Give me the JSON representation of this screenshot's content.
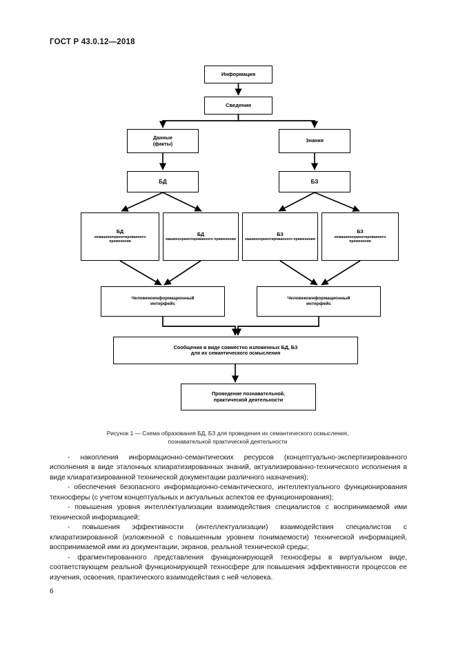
{
  "header": {
    "standard_id": "ГОСТ Р 43.0.12—2018"
  },
  "figure": {
    "nodes": {
      "information": "Информация",
      "data_record": "Сведения",
      "data_facts_line1": "Данные",
      "data_facts_line2": "(факты)",
      "knowledge": "Знания",
      "db": "БД",
      "kb": "БЗ",
      "db_nonmachine_title": "БД",
      "db_nonmachine_sub": "немашиноориентированного применения",
      "db_machine_title": "БД",
      "db_machine_sub": "машиноориентированного применения",
      "kb_machine_title": "БЗ",
      "kb_machine_sub": "машиноориентированного применения",
      "kb_nonmachine_title": "БЗ",
      "kb_nonmachine_sub": "немашиноориентированного применения",
      "interface_left_line1": "Человекоинформационный",
      "interface_left_line2": "интерфейс",
      "interface_right_line1": "Человекоинформационный",
      "interface_right_line2": "интерфейс",
      "messages_line1": "Сообщения в виде совместно изложенных БД, БЗ",
      "messages_line2": "для их семантического осмысления",
      "activity_line1": "Проведение познавательной,",
      "activity_line2": "практической деятельности"
    },
    "caption_line1": "Рисунок 1 — Схема образования БД, БЗ для проведения их семантического осмысления,",
    "caption_line2": "познавательной практической деятельности"
  },
  "body": {
    "paragraphs": [
      "- накопления информационно-семантических ресурсов (концептуально-экспертизированного исполнения в виде эталонных клиаратизированных знаний, актуализированно-технического исполнения в виде клиаратизированной технической документации различного назначения);",
      "- обеспечения безопасного информационно-семантического, интеллектуального функционирования техносферы (с учетом концептуальных и актуальных аспектов ее функционирования);",
      "- повышения уровня интеллектуализации взаимодействия специалистов с воспринимаемой ими технической информацией;",
      "- повышения эффективности (интеллектуализации) взаимодействия специалистов с клиаратизированной (изложенной с повышенным уровнем понимаемости) технической информацией, воспринимаемой ими из документации, экранов, реальной технической среды;",
      "- фрагментированного представления функционирующей техносферы в виртуальном виде, соответствующем реальной функционирующей техносфере для повышения эффективности процессов ее изучения, освоения, практического взаимодействия с ней человека."
    ]
  },
  "footer": {
    "page_number": "6"
  }
}
